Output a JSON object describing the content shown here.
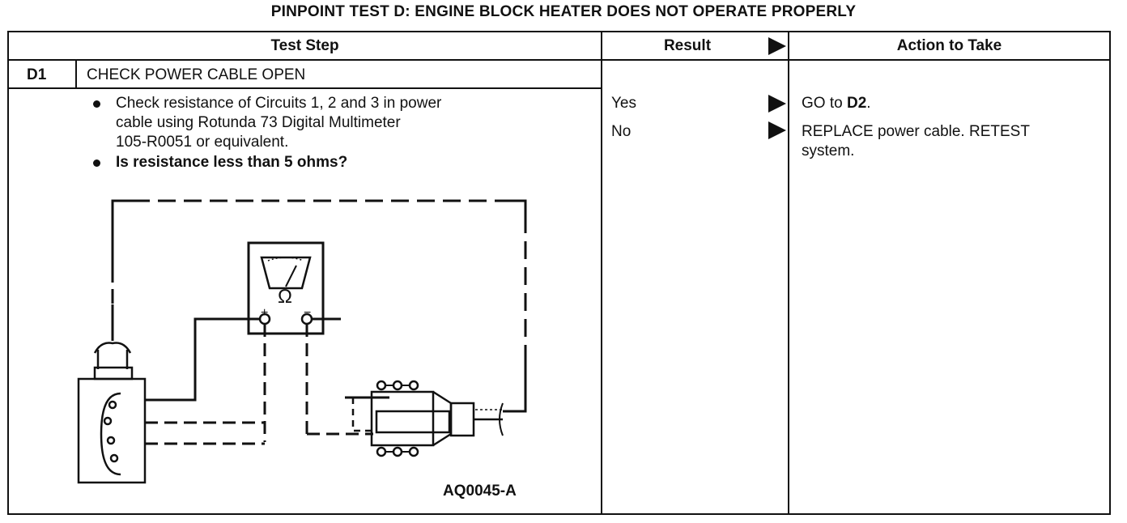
{
  "title": "PINPOINT TEST D: ENGINE BLOCK HEATER DOES NOT OPERATE PROPERLY",
  "headers": {
    "test_step": "Test Step",
    "result": "Result",
    "action": "Action to Take"
  },
  "step": {
    "id": "D1",
    "heading": "CHECK POWER CABLE OPEN",
    "bullet1_line1": "Check resistance of Circuits 1, 2 and 3 in power",
    "bullet1_line2": "cable using Rotunda 73 Digital Multimeter",
    "bullet1_line3": "105-R0051 or equivalent.",
    "bullet2": "Is resistance less than 5 ohms?",
    "figure_code": "AQ0045-A",
    "meter_symbol": "Ω",
    "plus": "+",
    "minus": "−"
  },
  "results": [
    {
      "result": "Yes",
      "action_prefix": "GO to ",
      "action_bold": "D2",
      "action_suffix": "."
    },
    {
      "result": "No",
      "action_line1": "REPLACE power cable. RETEST",
      "action_line2": "system."
    }
  ],
  "icons": {
    "arrow": "triangle-right-icon"
  }
}
